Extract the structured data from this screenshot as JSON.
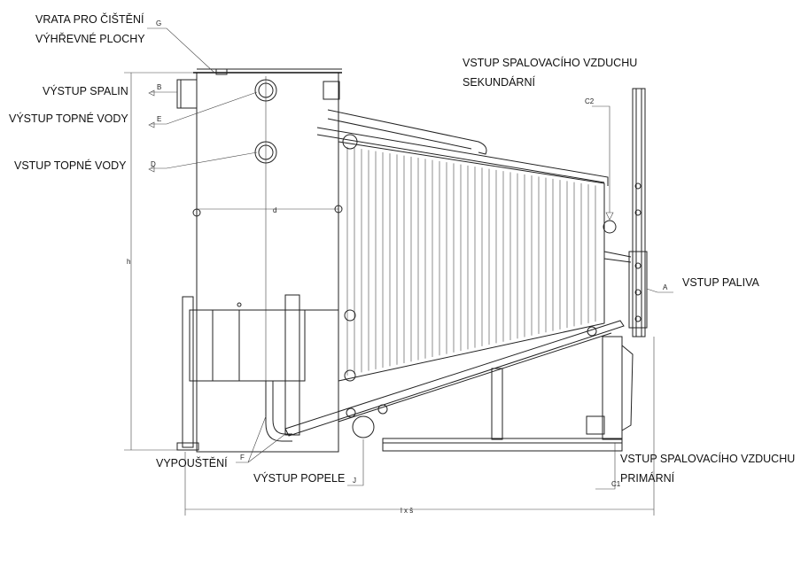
{
  "labels": {
    "cleaning_door": [
      "VRATA PRO ČIŠTĚNÍ",
      "VÝHŘEVNÉ PLOCHY"
    ],
    "flue_outlet": "VÝSTUP SPALIN",
    "hot_water_outlet": "VÝSTUP TOPNÉ VODY",
    "hot_water_inlet": "VSTUP TOPNÉ VODY",
    "secondary_air": [
      "VSTUP SPALOVACÍHO VZDUCHU",
      "SEKUNDÁRNÍ"
    ],
    "fuel_inlet": "VSTUP PALIVA",
    "primary_air": [
      "VSTUP SPALOVACÍHO VZDUCHU",
      "PRIMÁRNÍ"
    ],
    "drain": "VYPOUŠTĚNÍ",
    "ash_outlet": "VÝSTUP POPELE"
  },
  "tags": {
    "G": "G",
    "B": "B",
    "E": "E",
    "D": "D",
    "C2": "C2",
    "A": "A",
    "C1": "C1",
    "F": "F",
    "J": "J"
  },
  "dims": {
    "diameter": "d",
    "height": "h",
    "length_width": "l x š"
  }
}
